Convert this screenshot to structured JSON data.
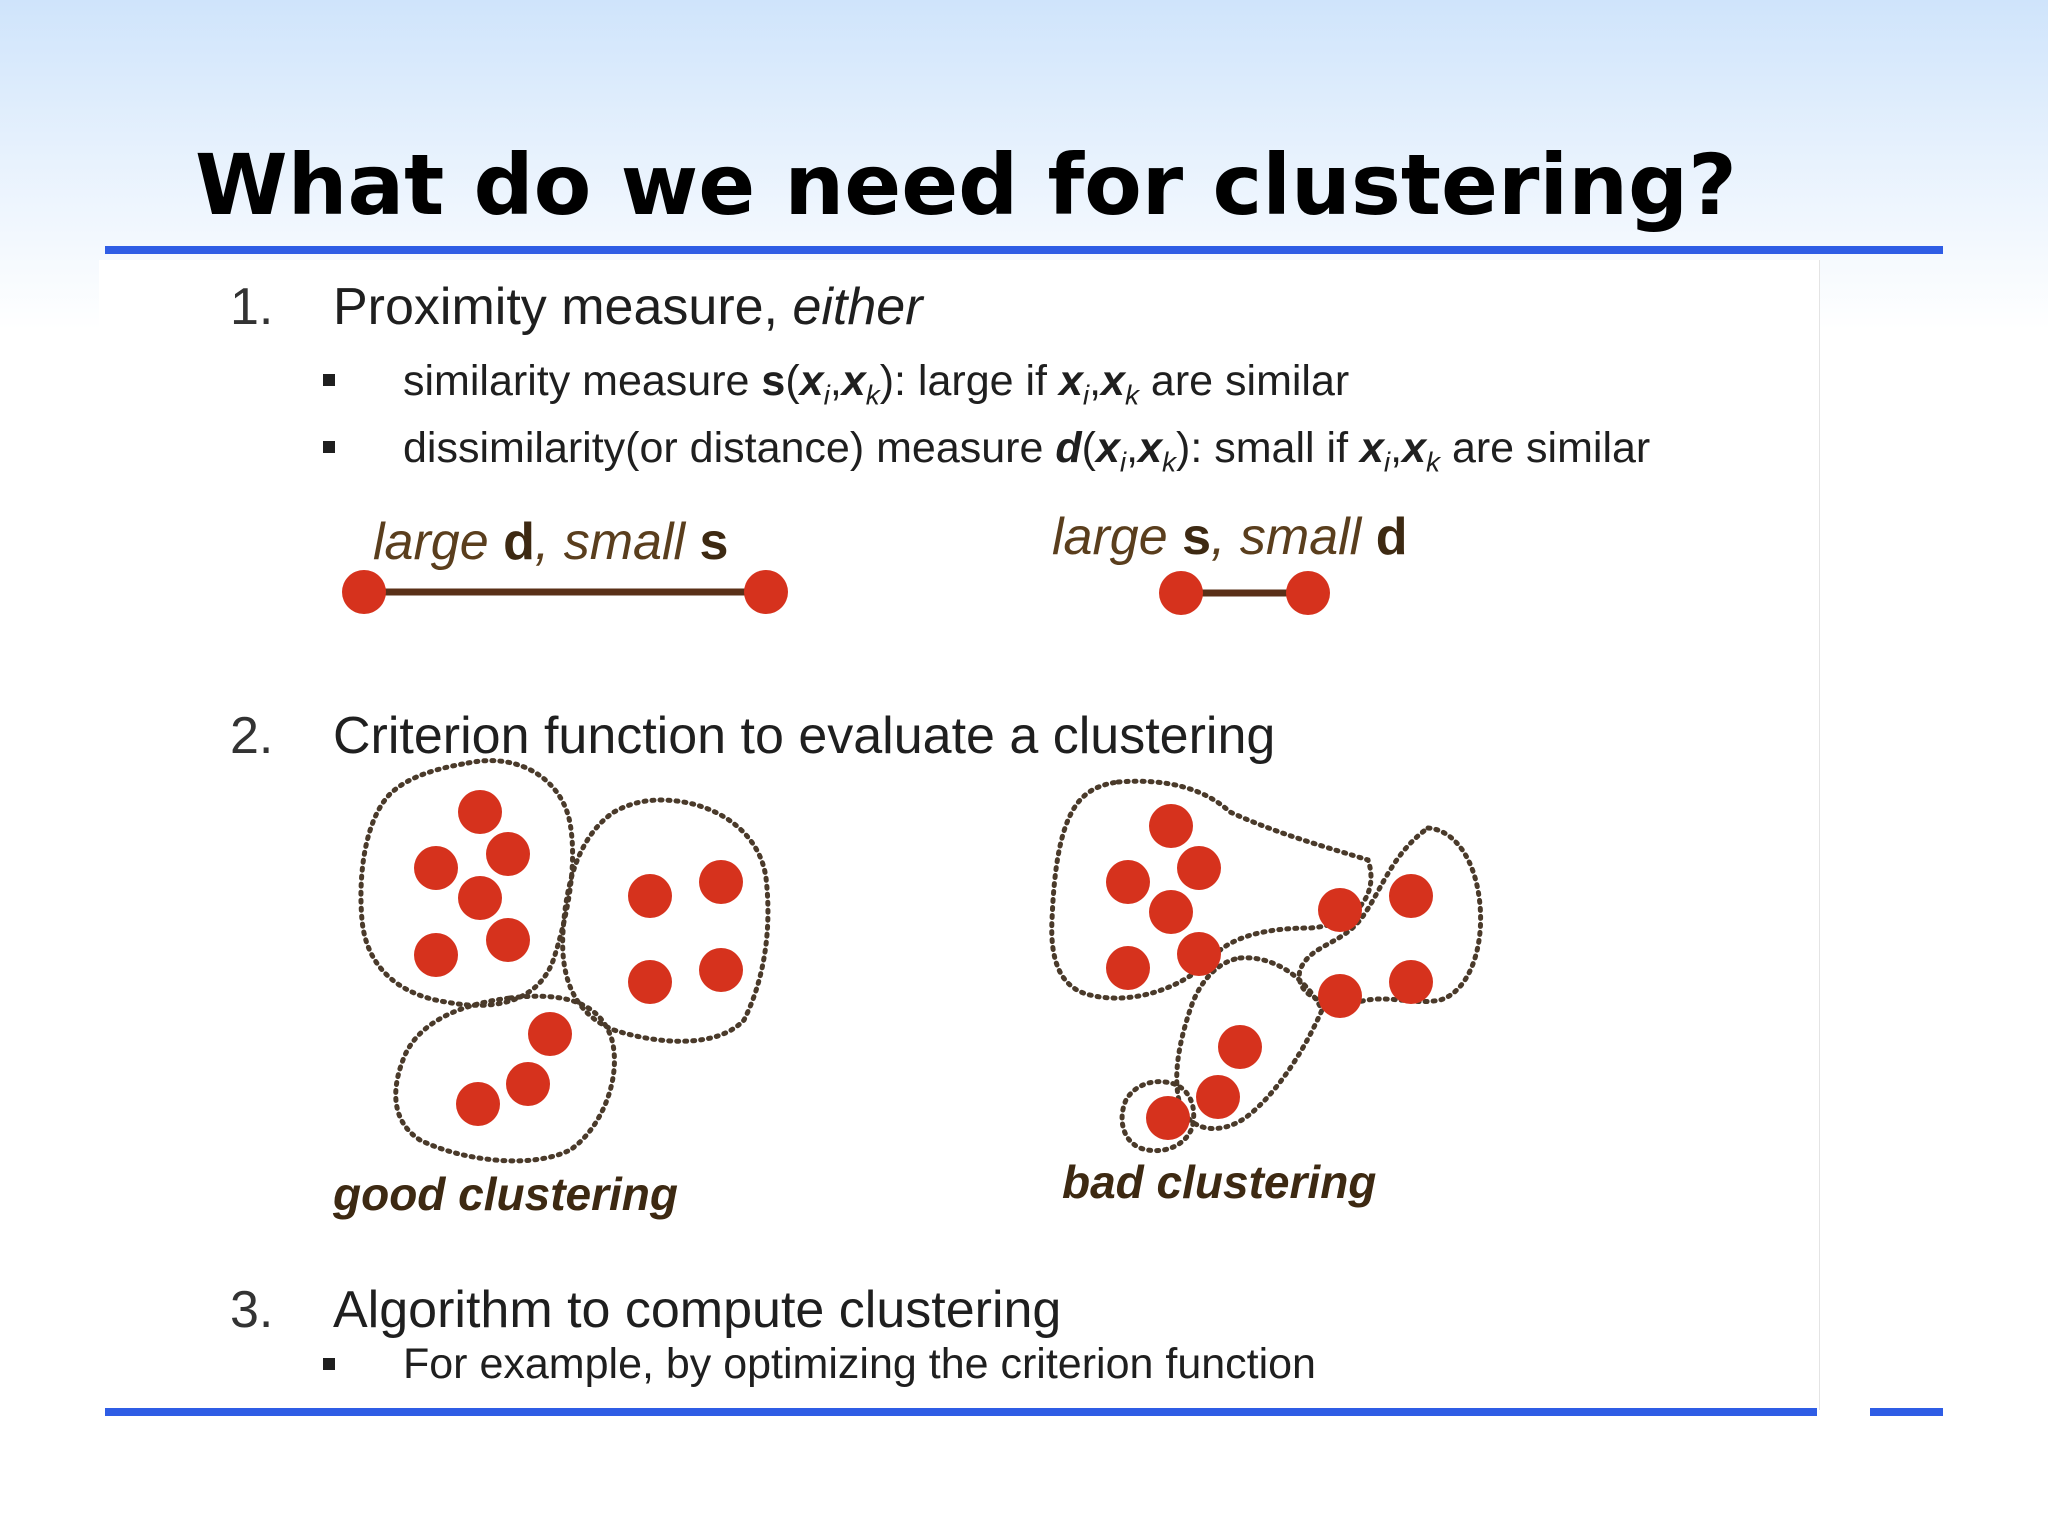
{
  "slide": {
    "title": "What do we need for clustering?",
    "colors": {
      "rule": "#2f5de5",
      "point": "#d6321d",
      "segment": "#5a3018",
      "outline": "#4a3a2a"
    },
    "items": [
      {
        "number": "1.",
        "heading": "Proximity measure, ",
        "heading_emphasis": "either"
      },
      {
        "number": "2.",
        "heading": "Criterion function to evaluate a clustering"
      },
      {
        "number": "3.",
        "heading": "Algorithm to compute clustering"
      }
    ],
    "bullets": {
      "similarity": {
        "lead": "similarity measure ",
        "fn": "s",
        "args_open": "(",
        "x1": "x",
        "i": "i",
        "comma": ",",
        "x2": "x",
        "k": "k",
        "args_close": "):",
        "mid": " large if ",
        "tail": " are similar"
      },
      "dissimilarity": {
        "lead": "dissimilarity(or distance) measure ",
        "fn": "d",
        "args_open": "(",
        "x1": "x",
        "i": "i",
        "comma": ",",
        "x2": "x",
        "k": "k",
        "args_close": "):",
        "mid": " small if ",
        "tail": " are similar"
      },
      "algorithm_example": "For example, by optimizing the criterion function"
    },
    "distance_examples": {
      "left": {
        "pre": "large ",
        "b1": "d",
        "mid": ", small ",
        "b2": "s"
      },
      "right": {
        "pre": "large ",
        "b1": "s",
        "mid": ", small ",
        "b2": "d"
      }
    },
    "clustering_labels": {
      "good": "good clustering",
      "bad": "bad clustering"
    }
  }
}
